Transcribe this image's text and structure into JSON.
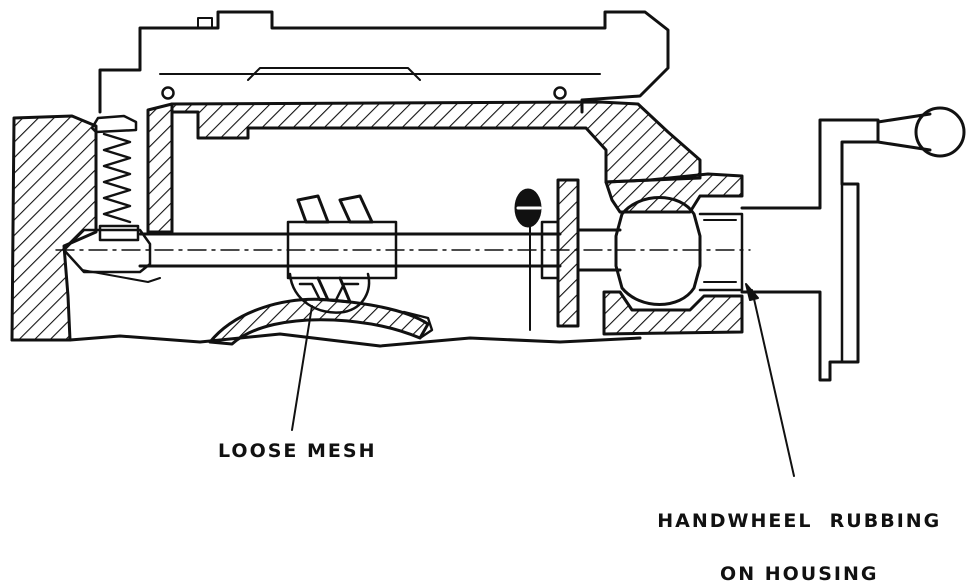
{
  "figure": {
    "callouts": {
      "loose_mesh": "LOOSE MESH",
      "handwheel_line1": "HANDWHEEL  RUBBING",
      "handwheel_line2": "ON HOUSING"
    }
  },
  "colors": {
    "ink": "#111111",
    "paper": "#ffffff"
  }
}
